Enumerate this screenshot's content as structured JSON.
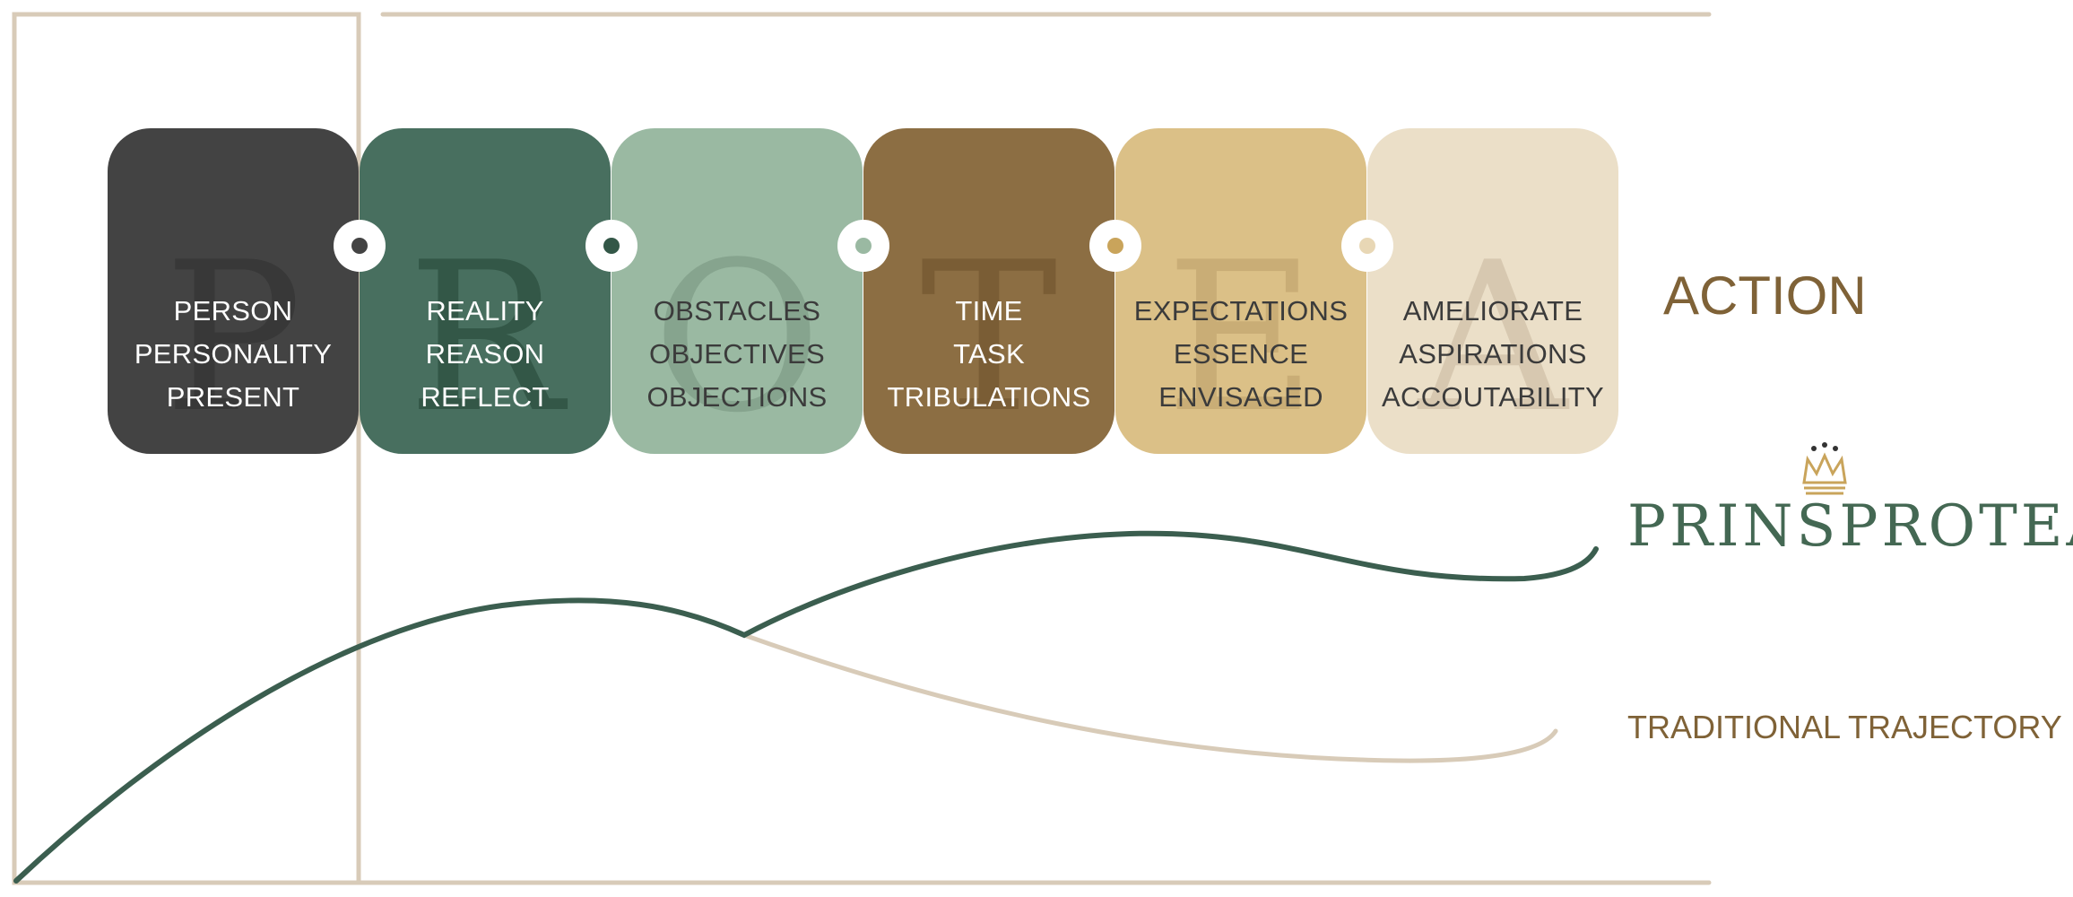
{
  "cards": [
    {
      "letter": "P",
      "lines": [
        "PERSON",
        "PERSONALITY",
        "PRESENT"
      ],
      "bg": "#434343",
      "text_color": "#ffffff",
      "letter_color": "#383838",
      "dot_color": "#434343"
    },
    {
      "letter": "R",
      "lines": [
        "REALITY",
        "REASON",
        "REFLECT"
      ],
      "bg": "#486f5f",
      "text_color": "#ffffff",
      "letter_color": "#335747",
      "dot_color": "#335747"
    },
    {
      "letter": "O",
      "lines": [
        "OBSTACLES",
        "OBJECTIVES",
        "OBJECTIONS"
      ],
      "bg": "#9ab9a2",
      "text_color": "#3b3b3b",
      "letter_color": "#86a48e",
      "dot_color": "#9ab9a2"
    },
    {
      "letter": "T",
      "lines": [
        "TIME",
        "TASK",
        "TRIBULATIONS"
      ],
      "bg": "#8c6e43",
      "text_color": "#ffffff",
      "letter_color": "#7a5d35",
      "dot_color": "#c9a45b"
    },
    {
      "letter": "E",
      "lines": [
        "EXPECTATIONS",
        "ESSENCE",
        "ENVISAGED"
      ],
      "bg": "#dbc087",
      "text_color": "#3b3b3b",
      "letter_color": "#c9ad76",
      "dot_color": "#e8d7b5"
    },
    {
      "letter": "A",
      "lines": [
        "AMELIORATE",
        "ASPIRATIONS",
        "ACCOUTABILITY"
      ],
      "bg": "#ebdfc8",
      "text_color": "#3b3b3b",
      "letter_color": "#d7c8b0",
      "dot_color": "#ebdfc8"
    }
  ],
  "labels": {
    "action": "ACTION",
    "logo": "PRINSPROTEA",
    "traditional": "TRADITIONAL TRAJECTORY"
  },
  "colors": {
    "frame": "#d8cbb8",
    "action_curve": "#3b5e4f",
    "traditional_curve": "#d8cbb8",
    "label_brown": "#7f6237",
    "logo_green": "#446853",
    "logo_gold": "#c9a45b"
  }
}
